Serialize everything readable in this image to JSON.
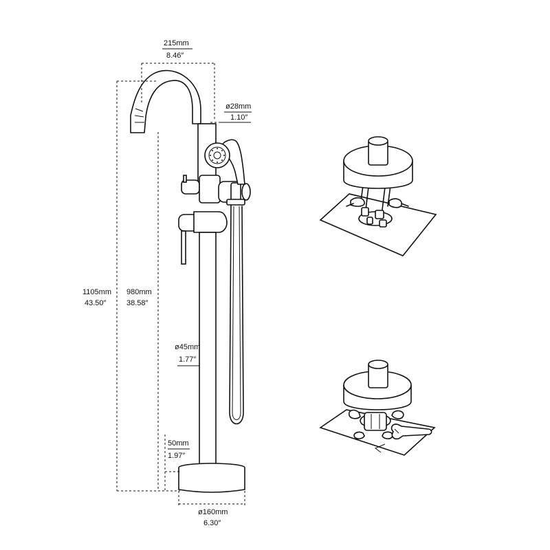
{
  "dimensions": {
    "spout_reach": {
      "mm": "215mm",
      "inch": "8.46″"
    },
    "spout_diameter": {
      "mm": "ø28mm",
      "inch": "1.10″"
    },
    "total_height": {
      "mm": "1105mm",
      "inch": "43.50″"
    },
    "spout_height": {
      "mm": "980mm",
      "inch": "38.58″"
    },
    "column_diameter": {
      "mm": "ø45mm",
      "inch": "1.77″"
    },
    "base_height": {
      "mm": "50mm",
      "inch": "1.97″"
    },
    "base_diameter": {
      "mm": "ø160mm",
      "inch": "6.30″"
    }
  },
  "colors": {
    "line": "#111111",
    "background": "#ffffff"
  },
  "icons": [
    "faucet-drawing",
    "hand-shower-icon",
    "mounting-detail-icon",
    "wrench-icon"
  ]
}
